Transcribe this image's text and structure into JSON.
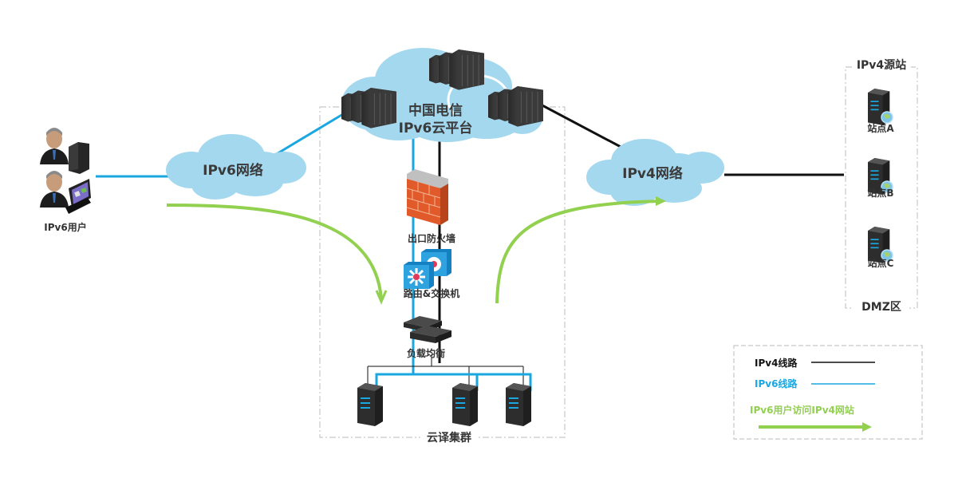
{
  "users": {
    "label": "IPv6用户"
  },
  "clouds": {
    "ipv6_network": "IPv6网络",
    "platform_line1": "中国电信",
    "platform_line2": "IPv6云平台",
    "ipv4_network": "IPv4网络"
  },
  "devices": {
    "firewall": "出口防火墙",
    "router_switch": "路由&交换机",
    "load_balancer": "负载均衡",
    "cluster": "云译集群"
  },
  "dmz": {
    "title": "IPv4源站",
    "footer": "DMZ区",
    "sites": [
      "站点A",
      "站点B",
      "站点C"
    ]
  },
  "legend": {
    "items": [
      {
        "label": "IPv4线路",
        "color": "#111111"
      },
      {
        "label": "IPv6线路",
        "color": "#1aa7e0"
      },
      {
        "label": "IPv6用户访问IPv4网站",
        "color": "#92d050"
      }
    ]
  },
  "colors": {
    "ipv4_line": "#111111",
    "ipv6_line": "#1aa7e0",
    "flow_arrow": "#92d050",
    "cloud_fill": "#a3d8ef"
  }
}
